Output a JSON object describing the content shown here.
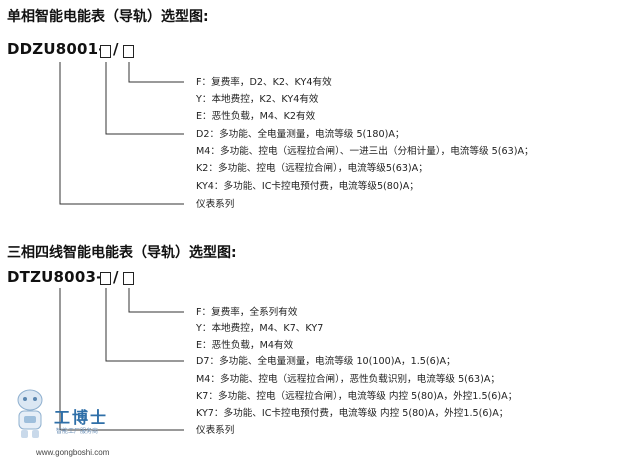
{
  "section1": {
    "title": "单相智能电能表（导轨）选型图:",
    "model": "DDZU8001-",
    "separator": "/",
    "lines": [
      "F：复费率，D2、K2、KY4有效",
      "Y：本地费控，K2、KY4有效",
      "E：恶性负载，M4、K2有效",
      "D2：多功能、全电量测量，电流等级 5(180)A；",
      "M4：多功能、控电（远程拉合闸）、一进三出（分相计量），电流等级 5(63)A；",
      "K2：多功能、控电（远程拉合闸），电流等级5(63)A；",
      "KY4：多功能、IC卡控电预付费，电流等级5(80)A；",
      "仪表系列"
    ]
  },
  "section2": {
    "title": "三相四线智能电能表（导轨）选型图:",
    "model": "DTZU8003-",
    "separator": "/",
    "lines": [
      "F：复费率，全系列有效",
      "Y：本地费控，M4、K7、KY7",
      "E：恶性负载，M4有效",
      "D7：多功能、全电量测量，电流等级 10(100)A，1.5(6)A；",
      "M4：多功能、控电（远程拉合闸），恶性负载识别，电流等级 5(63)A；",
      "K7：多功能、控电（远程拉合闸），电流等级 内控 5(80)A，外控1.5(6)A；",
      "KY7：多功能、IC卡控电预付费，电流等级 内控 5(80)A，外控1.5(6)A；",
      "仪表系列"
    ]
  },
  "watermark": {
    "brand": "工博士",
    "tagline": "智能工厂服务商",
    "url": "www.gongboshi.com"
  },
  "colors": {
    "text": "#222222",
    "line": "#333333",
    "watermark": "#2f6fa8"
  }
}
